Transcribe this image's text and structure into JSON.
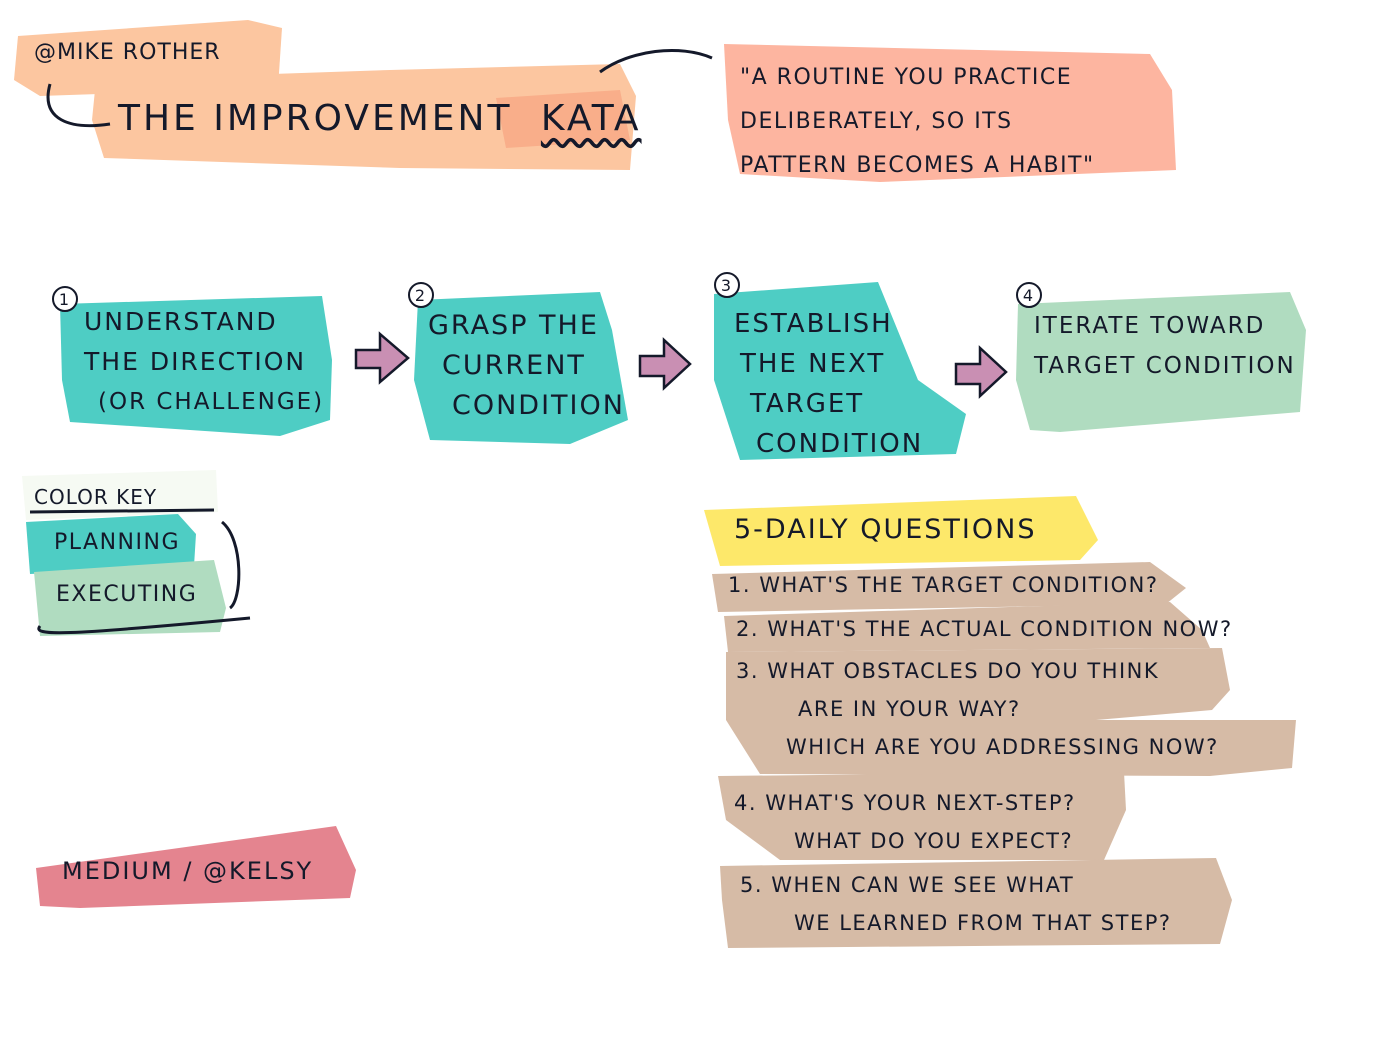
{
  "header": {
    "author": "@Mike Rother",
    "title_prefix": "The Improvement",
    "title_word": "Kata",
    "quote_line1": "\"A Routine you practice",
    "quote_line2": "deliberately, so its",
    "quote_line3": "pattern becomes a habit\""
  },
  "steps": [
    {
      "number": "1",
      "line1": "Understand",
      "line2": "the Direction",
      "line3": "(or Challenge)",
      "line4": ""
    },
    {
      "number": "2",
      "line1": "Grasp the",
      "line2": "Current",
      "line3": "Condition",
      "line4": ""
    },
    {
      "number": "3",
      "line1": "Establish",
      "line2": "the next",
      "line3": "target",
      "line4": "condition"
    },
    {
      "number": "4",
      "line1": "Iterate toward",
      "line2": "target condition",
      "line3": "",
      "line4": ""
    }
  ],
  "color_key": {
    "title": "Color Key",
    "planning": "Planning",
    "executing": "Executing"
  },
  "questions": {
    "title": "5-Daily Questions",
    "q1": "1. What's the target condition?",
    "q2": "2. What's the actual condition now?",
    "q3a": "3. What obstacles do you think",
    "q3b": "are in your way?",
    "q3c": "Which are you addressing now?",
    "q4a": "4. What's your next-step?",
    "q4b": "What do you expect?",
    "q5a": "5. When can we see what",
    "q5b": "we learned from that step?"
  },
  "credit": "Medium / @Kelsy",
  "colors": {
    "planning": "#4ecdc4",
    "executing": "#b0dcc0",
    "header": "#fcc6a0",
    "quote": "#fdb5a0",
    "arrow": "#c98fb3",
    "questions": "#d6bba6",
    "questions_title": "#fde86a",
    "credit": "#e4848f"
  }
}
